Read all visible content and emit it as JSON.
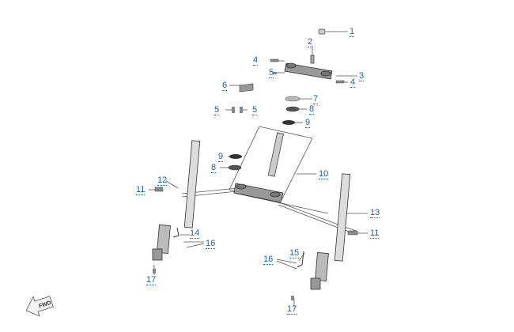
{
  "diagram": {
    "fwd_label": "FWD",
    "callouts": [
      {
        "id": "c1",
        "label": "1"
      },
      {
        "id": "c2",
        "label": "2"
      },
      {
        "id": "c3",
        "label": "3"
      },
      {
        "id": "c4a",
        "label": "4"
      },
      {
        "id": "c4b",
        "label": "4"
      },
      {
        "id": "c5a",
        "label": "5"
      },
      {
        "id": "c5b",
        "label": "5"
      },
      {
        "id": "c5c",
        "label": "5"
      },
      {
        "id": "c6",
        "label": "6"
      },
      {
        "id": "c7",
        "label": "7"
      },
      {
        "id": "c8a",
        "label": "8"
      },
      {
        "id": "c8b",
        "label": "8"
      },
      {
        "id": "c9a",
        "label": "9"
      },
      {
        "id": "c9b",
        "label": "9"
      },
      {
        "id": "c10",
        "label": "10"
      },
      {
        "id": "c11a",
        "label": "11"
      },
      {
        "id": "c11b",
        "label": "11"
      },
      {
        "id": "c12",
        "label": "12"
      },
      {
        "id": "c13",
        "label": "13"
      },
      {
        "id": "c14",
        "label": "14"
      },
      {
        "id": "c15",
        "label": "15"
      },
      {
        "id": "c16a",
        "label": "16"
      },
      {
        "id": "c16b",
        "label": "16"
      },
      {
        "id": "c17a",
        "label": "17"
      },
      {
        "id": "c17b",
        "label": "17"
      }
    ]
  }
}
